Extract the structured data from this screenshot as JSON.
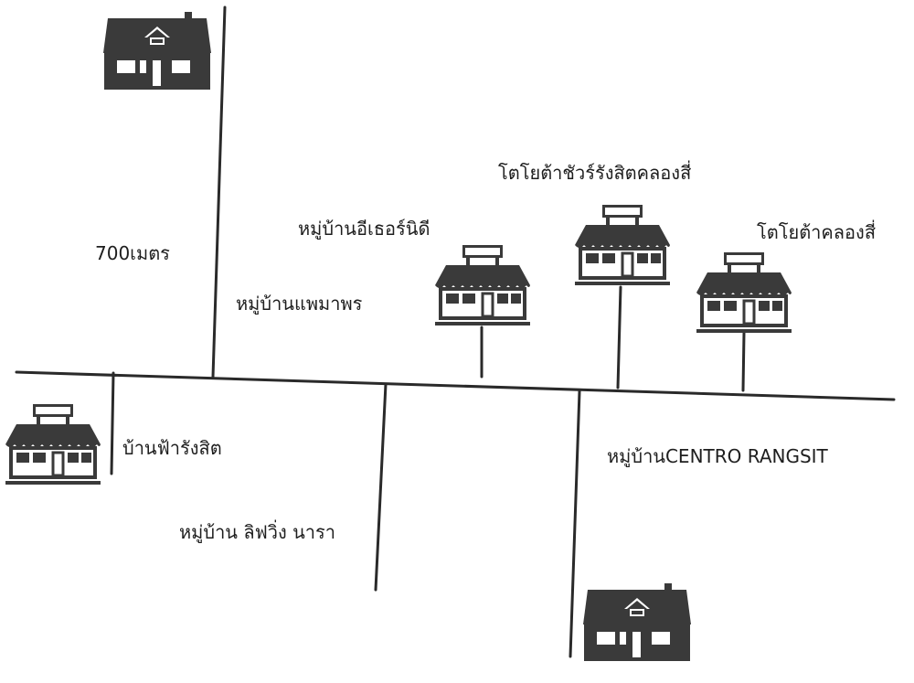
{
  "colors": {
    "ink": "#3a3a3a",
    "road": "#2a2a2a",
    "background": "#ffffff"
  },
  "labels": {
    "distance": "700เมตร",
    "ether_nidi": "หมู่บ้านอีเธอร์นิดี",
    "paemaporn": "หมู่บ้านแพมาพร",
    "toyota_chua": "โตโยต้าชัวร์รังสิตคลองสี่",
    "toyota_klong4": "โตโยต้าคลองสี่",
    "ban_fa_rangsit": "บ้านฟ้ารังสิต",
    "centro_rangsit": "หมู่บ้านCENTRO RANGSIT",
    "living_nara": "หมู่บ้าน ลิฟวิ่ง นารา"
  },
  "icons": {
    "house": "house-icon",
    "shop": "shop-icon"
  }
}
